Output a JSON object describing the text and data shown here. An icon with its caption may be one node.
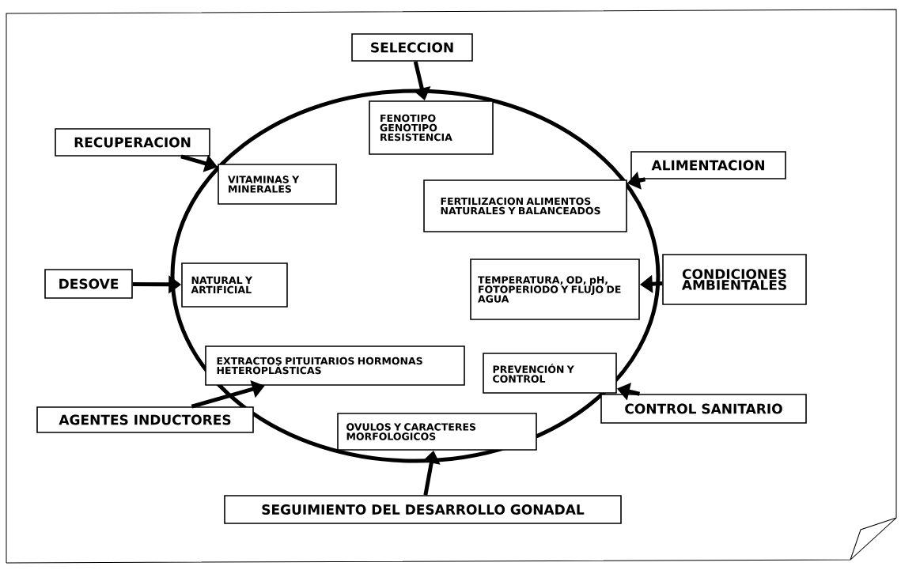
{
  "diagram": {
    "nodes": [
      {
        "text": [
          "SELECCION"
        ]
      },
      {
        "text": [
          "FENOTIPO GENOTIPO RESISTENCIA"
        ]
      },
      {
        "text": [
          "RECUPERACION"
        ]
      },
      {
        "text": [
          "VITAMINAS Y MINERALES"
        ]
      },
      {
        "text": [
          "ALIMENTACION"
        ]
      },
      {
        "text": [
          "FERTILIZACION ALIMENTOS NATURALES Y BALANCEADOS"
        ]
      },
      {
        "text": [
          "DESOVE"
        ]
      },
      {
        "text": [
          "NATURAL Y ARTIFICIAL"
        ]
      },
      {
        "text": [
          "TEMPERATURA, OD, pH, FOTOPERIODO Y FLUJO DE AGUA"
        ]
      },
      {
        "text": [
          "CONDICIONES AMBIENTALES"
        ]
      },
      {
        "text": [
          "EXTRACTOS PITUITARIOS HORMONAS HETEROPLÁSTICAS"
        ]
      },
      {
        "text": [
          "PREVENCIÓN Y CONTROL"
        ]
      },
      {
        "text": [
          "CONTROL SANITARIO"
        ]
      },
      {
        "text": [
          "AGENTES INDUCTORES"
        ]
      },
      {
        "text": [
          "OVULOS Y CARACTERES MORFOLOGICOS"
        ]
      },
      {
        "text": [
          "SEGUIMIENTO DEL DESARROLLO GONADAL"
        ]
      }
    ],
    "edges": [
      {
        "from": 0,
        "to": 1,
        "arrow": "to"
      },
      {
        "from": 2,
        "to": 3,
        "arrow": "to"
      },
      {
        "from": 4,
        "to": 5,
        "arrow": "to"
      },
      {
        "from": 6,
        "to": 7,
        "arrow": "to"
      },
      {
        "from": 9,
        "to": 8,
        "arrow": "to"
      },
      {
        "from": 13,
        "to": 10,
        "arrow": "to"
      },
      {
        "from": 12,
        "to": 11,
        "arrow": "to"
      },
      {
        "from": 15,
        "to": 14,
        "arrow": "to"
      }
    ]
  }
}
